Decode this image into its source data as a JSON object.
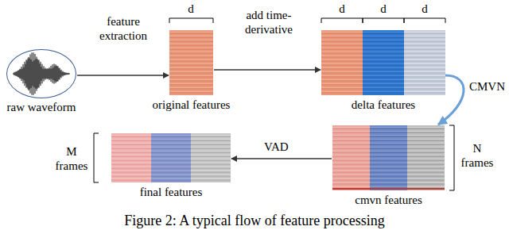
{
  "diagram": {
    "caption": "Figure 2: A typical flow of feature processing",
    "nodes": [
      {
        "text": [
          "raw waveform"
        ]
      },
      {
        "text": [
          "original features"
        ]
      },
      {
        "text": [
          "delta features"
        ]
      },
      {
        "text": [
          "cmvn features"
        ]
      },
      {
        "text": [
          "final features"
        ]
      }
    ],
    "edges": [
      {
        "from": 0,
        "to": 1,
        "label": "feature extraction",
        "arrow": "to"
      },
      {
        "from": 1,
        "to": 2,
        "label": "add time-derivative",
        "arrow": "to"
      },
      {
        "from": 2,
        "to": 3,
        "label": "CMVN",
        "arrow": "to"
      },
      {
        "from": 3,
        "to": 4,
        "label": "VAD",
        "arrow": "to"
      }
    ],
    "labels": [
      "d",
      "d",
      "d",
      "d",
      "N frames",
      "M frames"
    ]
  }
}
